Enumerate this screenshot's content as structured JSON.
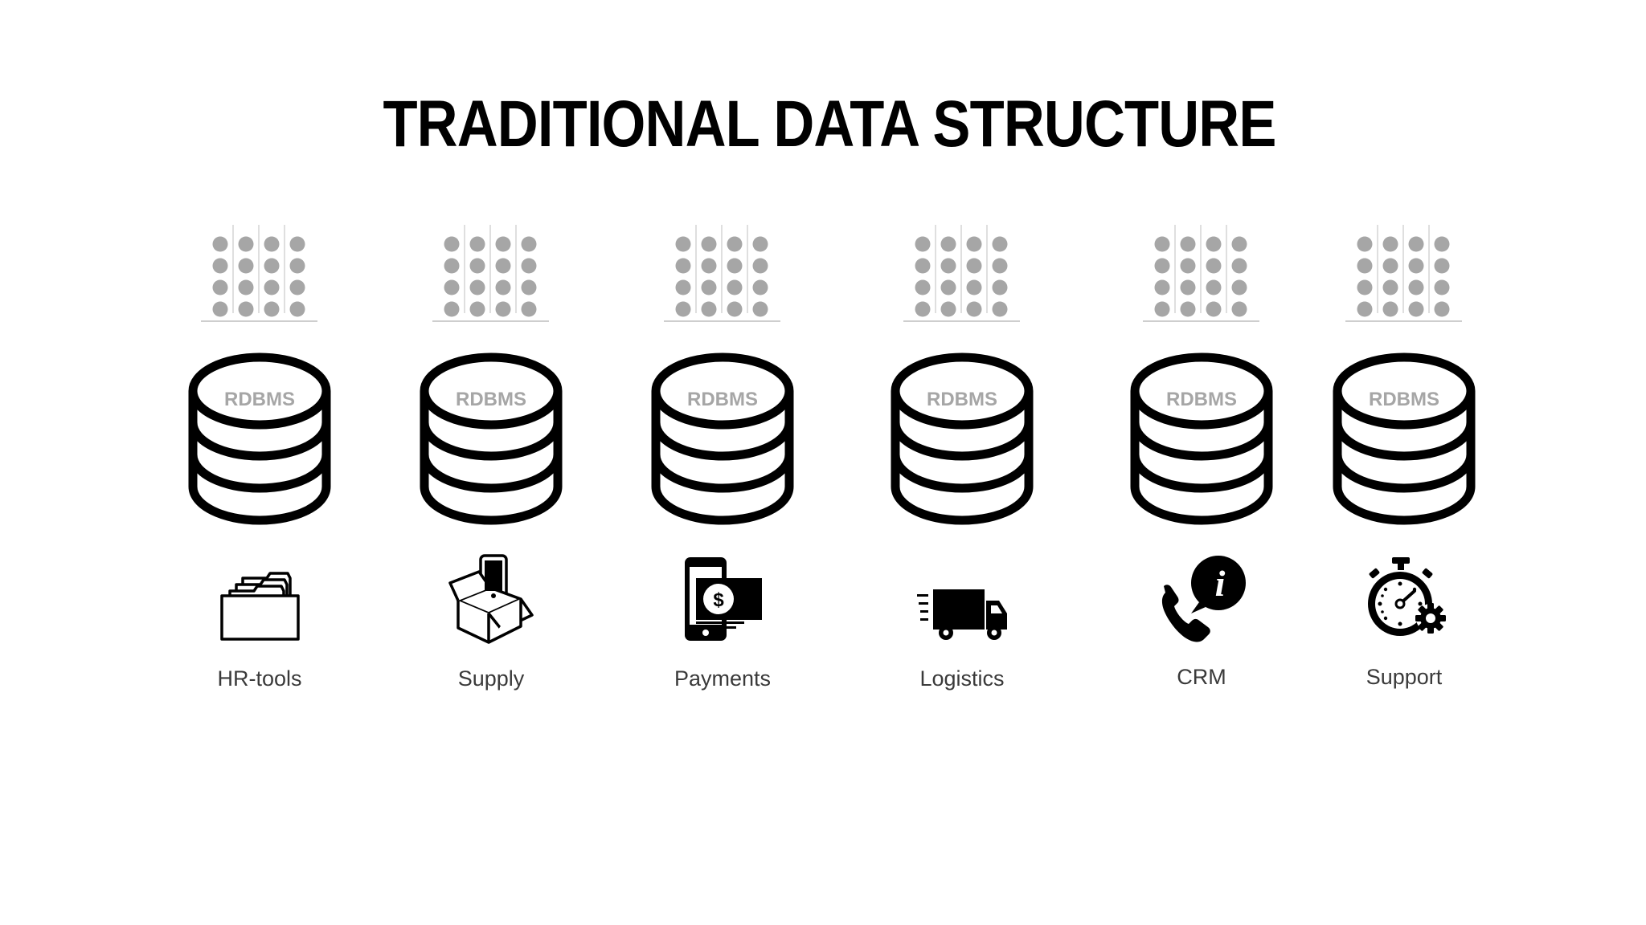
{
  "title": "TRADITIONAL DATA STRUCTURE",
  "database_label": "RDBMS",
  "columns": [
    {
      "label": "HR-tools",
      "icon": "folder-files-icon"
    },
    {
      "label": "Supply",
      "icon": "box-with-phone-icon"
    },
    {
      "label": "Payments",
      "icon": "mobile-payment-icon"
    },
    {
      "label": "Logistics",
      "icon": "delivery-truck-icon"
    },
    {
      "label": "CRM",
      "icon": "phone-info-icon"
    },
    {
      "label": "Support",
      "icon": "stopwatch-gear-icon"
    }
  ],
  "colors": {
    "dot_gray": "#a6a6a6",
    "line_gray": "#cfcfcf",
    "ink": "#000000",
    "label_gray": "#3a3a3a"
  }
}
